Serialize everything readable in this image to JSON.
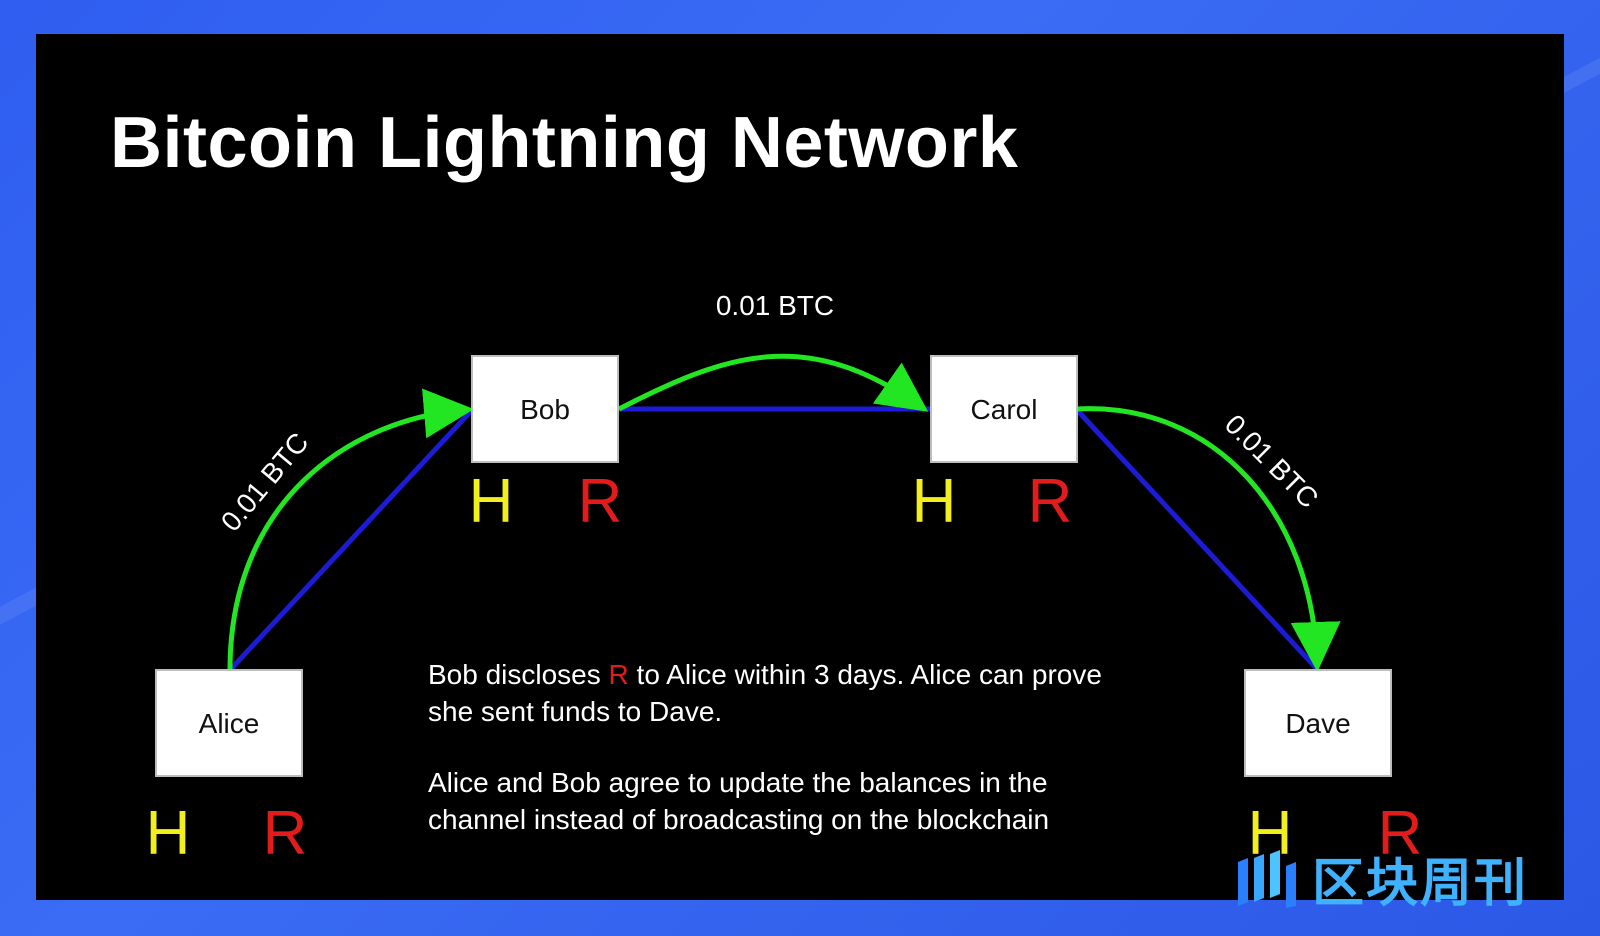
{
  "title": "Bitcoin Lightning Network",
  "nodes": {
    "alice": {
      "label": "Alice",
      "h": "H",
      "r": "R"
    },
    "bob": {
      "label": "Bob",
      "h": "H",
      "r": "R"
    },
    "carol": {
      "label": "Carol",
      "h": "H",
      "r": "R"
    },
    "dave": {
      "label": "Dave",
      "h": "H",
      "r": "R"
    }
  },
  "transfers": {
    "alice_bob": "0.01 BTC",
    "bob_carol": "0.01 BTC",
    "carol_dave": "0.01 BTC"
  },
  "notes": {
    "p1_before": "Bob discloses ",
    "p1_highlight": "R",
    "p1_after": " to Alice within 3 days. Alice can prove she sent funds to Dave.",
    "p2": "Alice and Bob agree to update the balances in the channel instead of broadcasting on the blockchain"
  },
  "watermark": {
    "text": "区块周刊"
  },
  "colors": {
    "payment_arrow": "#22e622",
    "channel_line": "#1c1cd6",
    "hash": "#f3ef1c",
    "preimage": "#e21b1b",
    "frame": "#3162f0"
  }
}
